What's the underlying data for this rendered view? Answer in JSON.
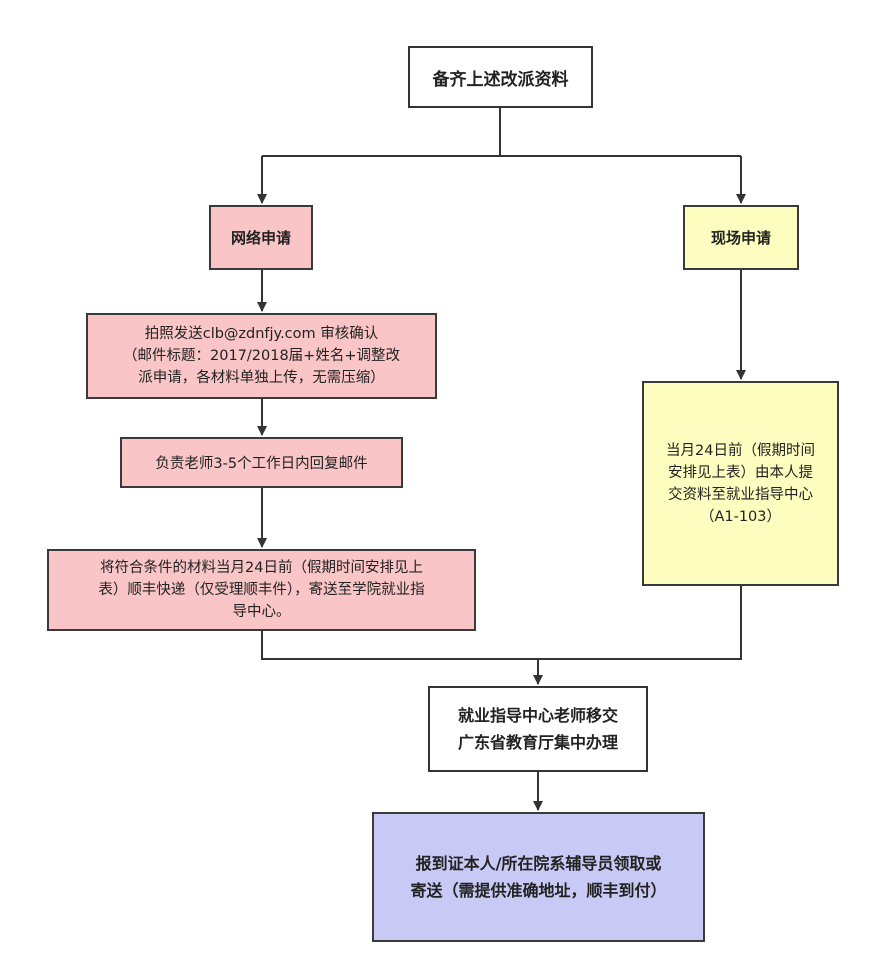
{
  "nodes": {
    "start": "备齐上述改派资料",
    "online": "网络申请",
    "onsite": "现场申请",
    "email_step": "拍照发送clb@zdnfjy.com 审核确认\n（邮件标题：2017/2018届+姓名+调整改\n派申请，各材料单独上传，无需压缩）",
    "reply_step": "负责老师3-5个工作日内回复邮件",
    "express_step": "将符合条件的材料当月24日前（假期时间安排见上\n表）顺丰快递（仅受理顺丰件），寄送至学院就业指\n导中心。",
    "onsite_submit": "当月24日前（假期时间\n安排见上表）由本人提\n交资料至就业指导中心\n（A1-103）",
    "transfer": "就业指导中心老师移交\n广东省教育厅集中办理",
    "final": "报到证本人/所在院系辅导员领取或\n寄送（需提供准确地址，顺丰到付）"
  },
  "colors": {
    "pink_fill": "#f9c5c6",
    "yellow_fill": "#fdfdc0",
    "lavender_fill": "#c9c9f6",
    "line": "#333333"
  }
}
